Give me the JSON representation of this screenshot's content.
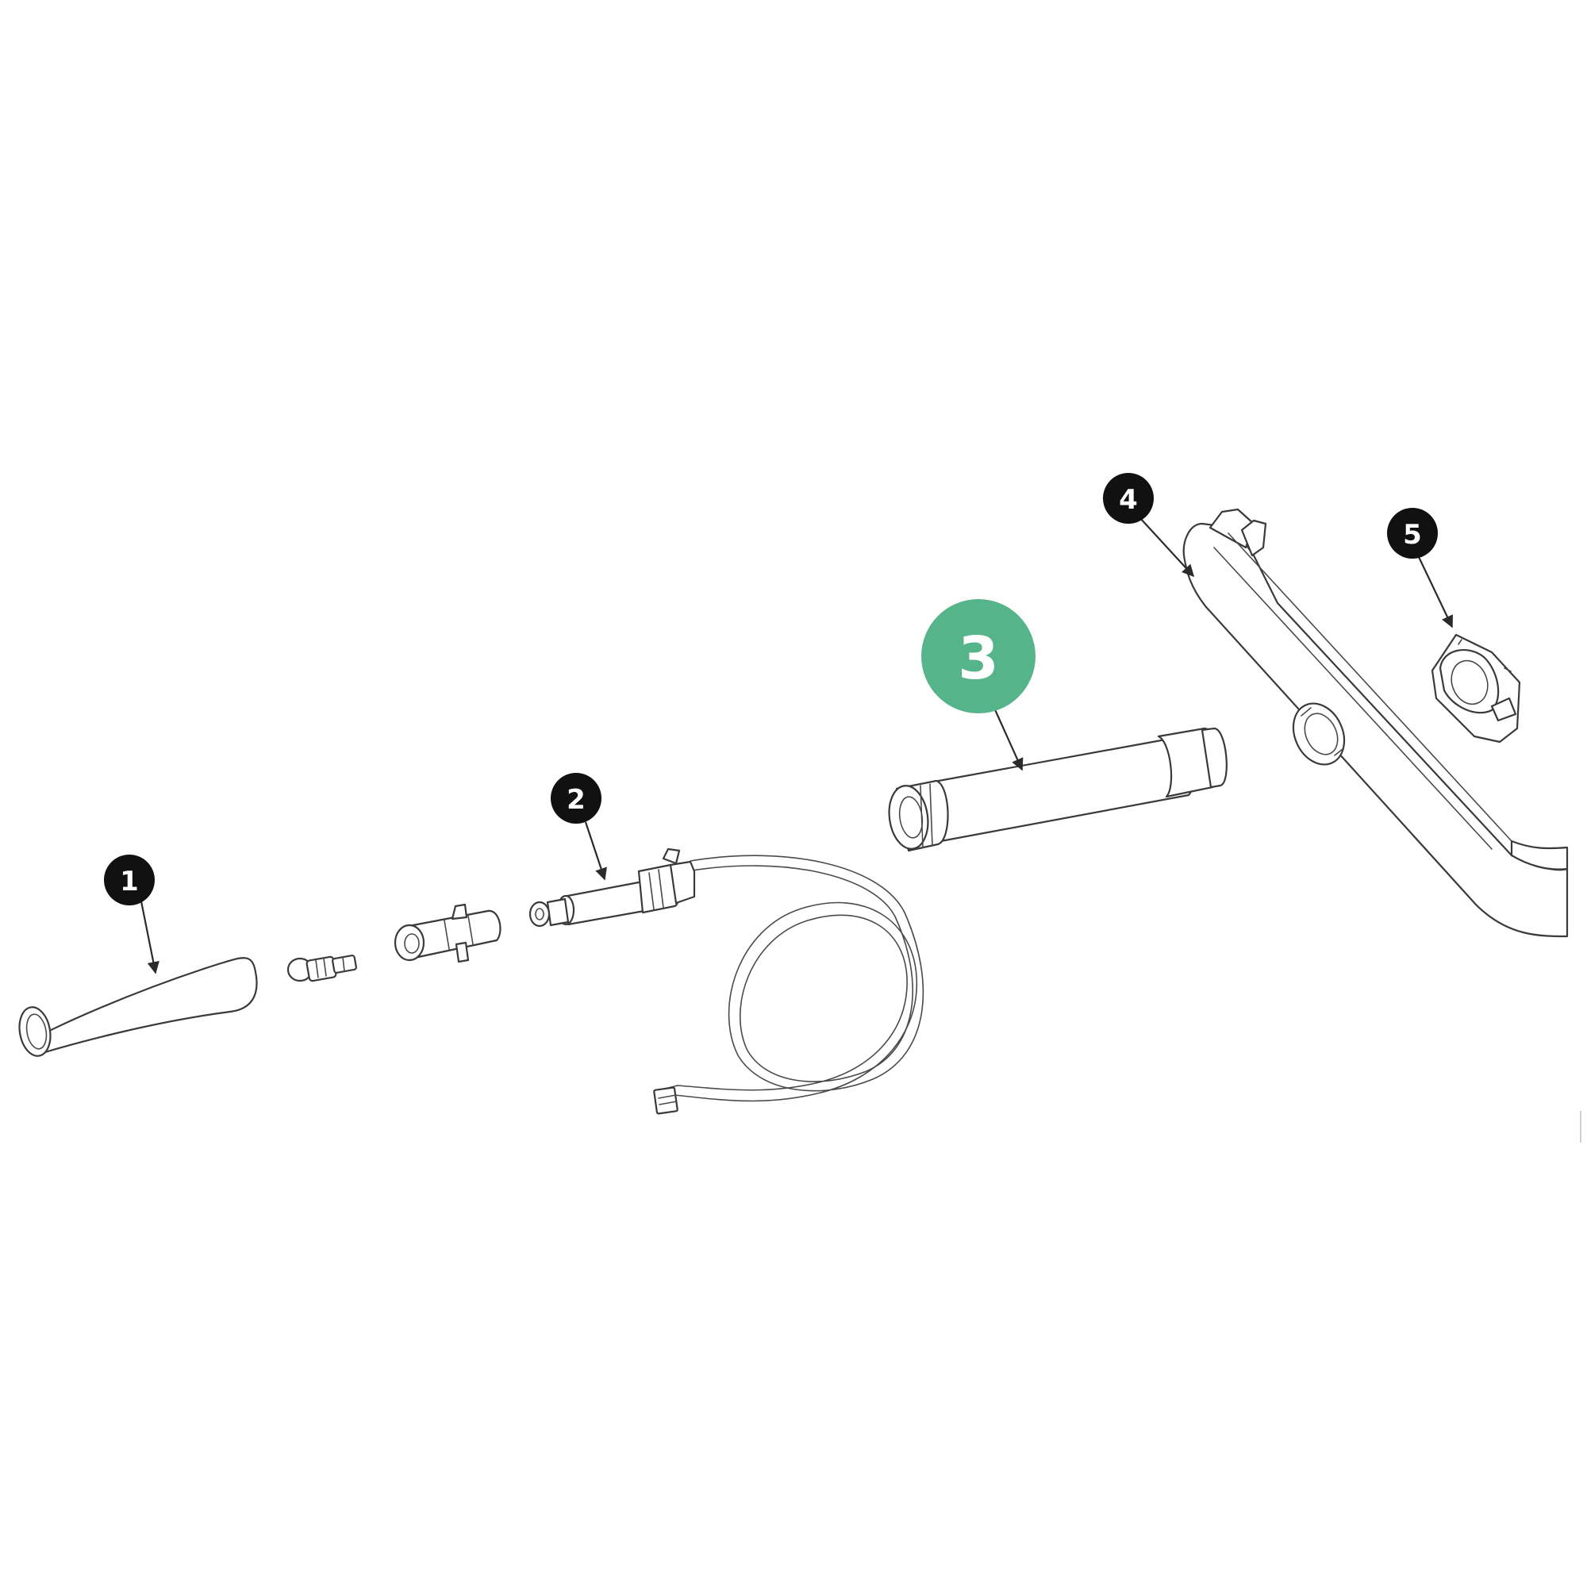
{
  "diagram": {
    "highlight_color": "#56b48a",
    "callout_color": "#111111",
    "callouts": [
      {
        "number": "1",
        "highlighted": false
      },
      {
        "number": "2",
        "highlighted": false
      },
      {
        "number": "3",
        "highlighted": true
      },
      {
        "number": "4",
        "highlighted": false
      },
      {
        "number": "5",
        "highlighted": false
      }
    ]
  }
}
